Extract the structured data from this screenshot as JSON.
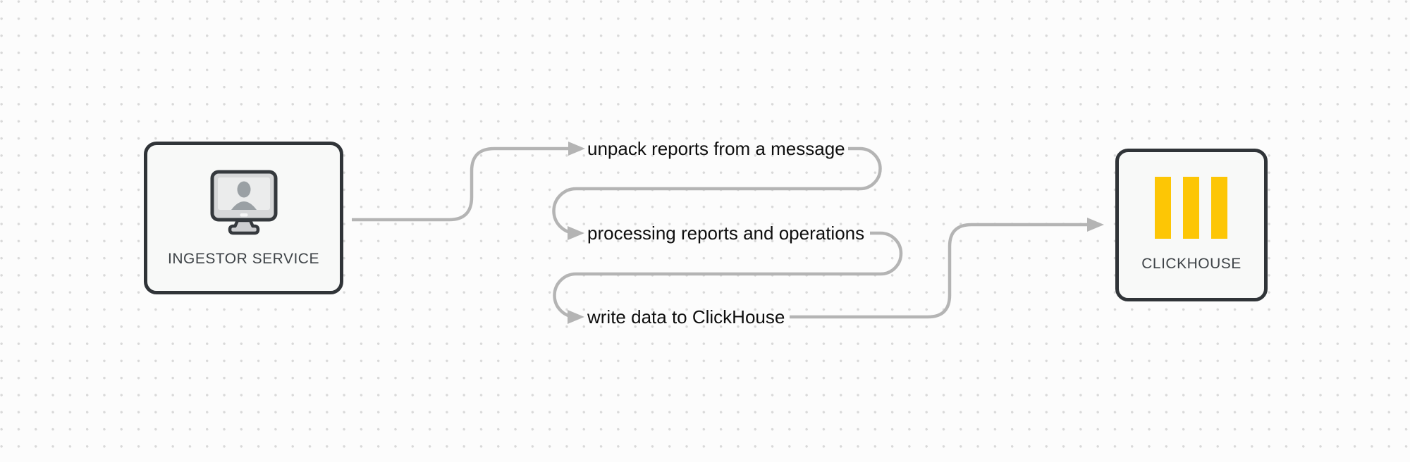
{
  "canvas": {
    "background": "#fcfcfc",
    "dot_color": "#d9d9d9"
  },
  "nodes": {
    "ingestor": {
      "label": "INGESTOR SERVICE",
      "icon": "monitor-user-icon"
    },
    "clickhouse": {
      "label": "CLICKHOUSE",
      "icon": "clickhouse-logo-icon",
      "logo_color": "#FDC605"
    }
  },
  "steps": [
    {
      "label": "unpack reports from a message"
    },
    {
      "label": "processing reports and operations"
    },
    {
      "label": "write data to ClickHouse"
    }
  ],
  "colors": {
    "connector": "#b4b4b4",
    "node_border": "#303438",
    "node_fill": "#f8f9f8",
    "step_text": "#0e0e0e",
    "node_text": "#3e4347",
    "clickhouse_yellow": "#FDC605"
  }
}
